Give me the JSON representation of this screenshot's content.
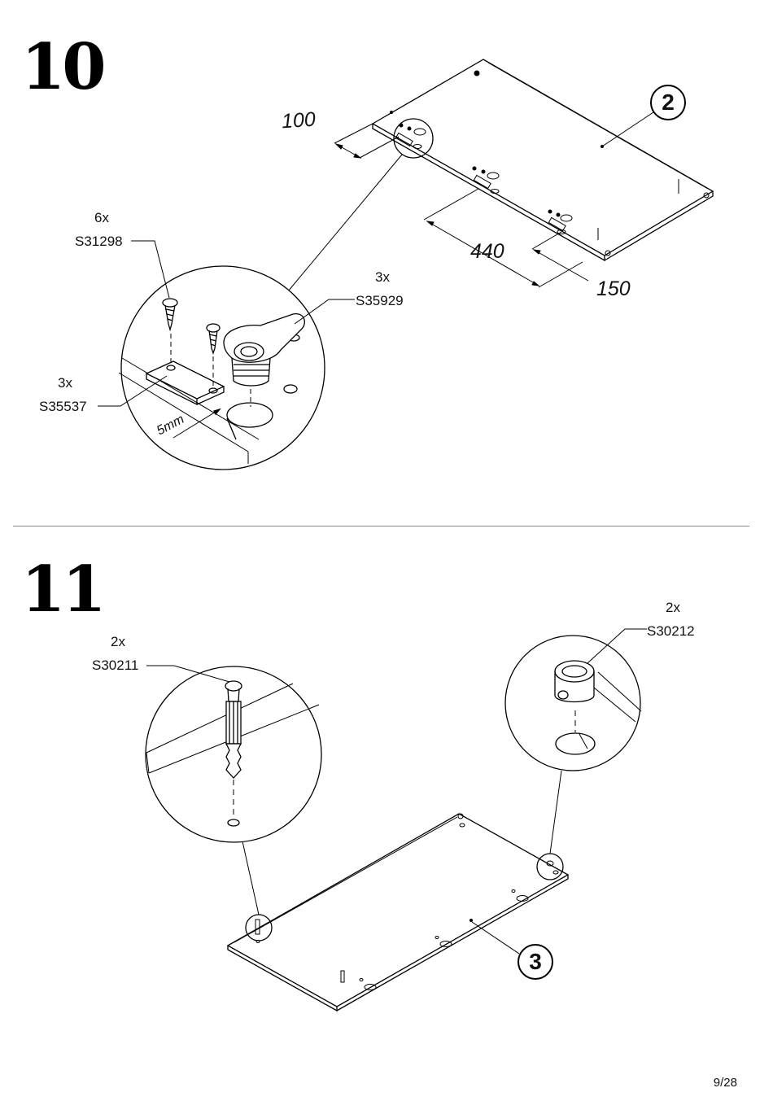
{
  "step10": {
    "number": "10",
    "screw_qty": "6x",
    "screw_code": "S31298",
    "cam_qty": "3x",
    "cam_code": "S35929",
    "plate_qty": "3x",
    "plate_code": "S35537",
    "dim_100": "100",
    "dim_440": "440",
    "dim_150": "150",
    "dim_5mm": "5mm",
    "part_number": "2"
  },
  "step11": {
    "number": "11",
    "bolt_qty": "2x",
    "bolt_code": "S30211",
    "cam_qty": "2x",
    "cam_code": "S30212",
    "part_number": "3"
  },
  "page": "9/28"
}
